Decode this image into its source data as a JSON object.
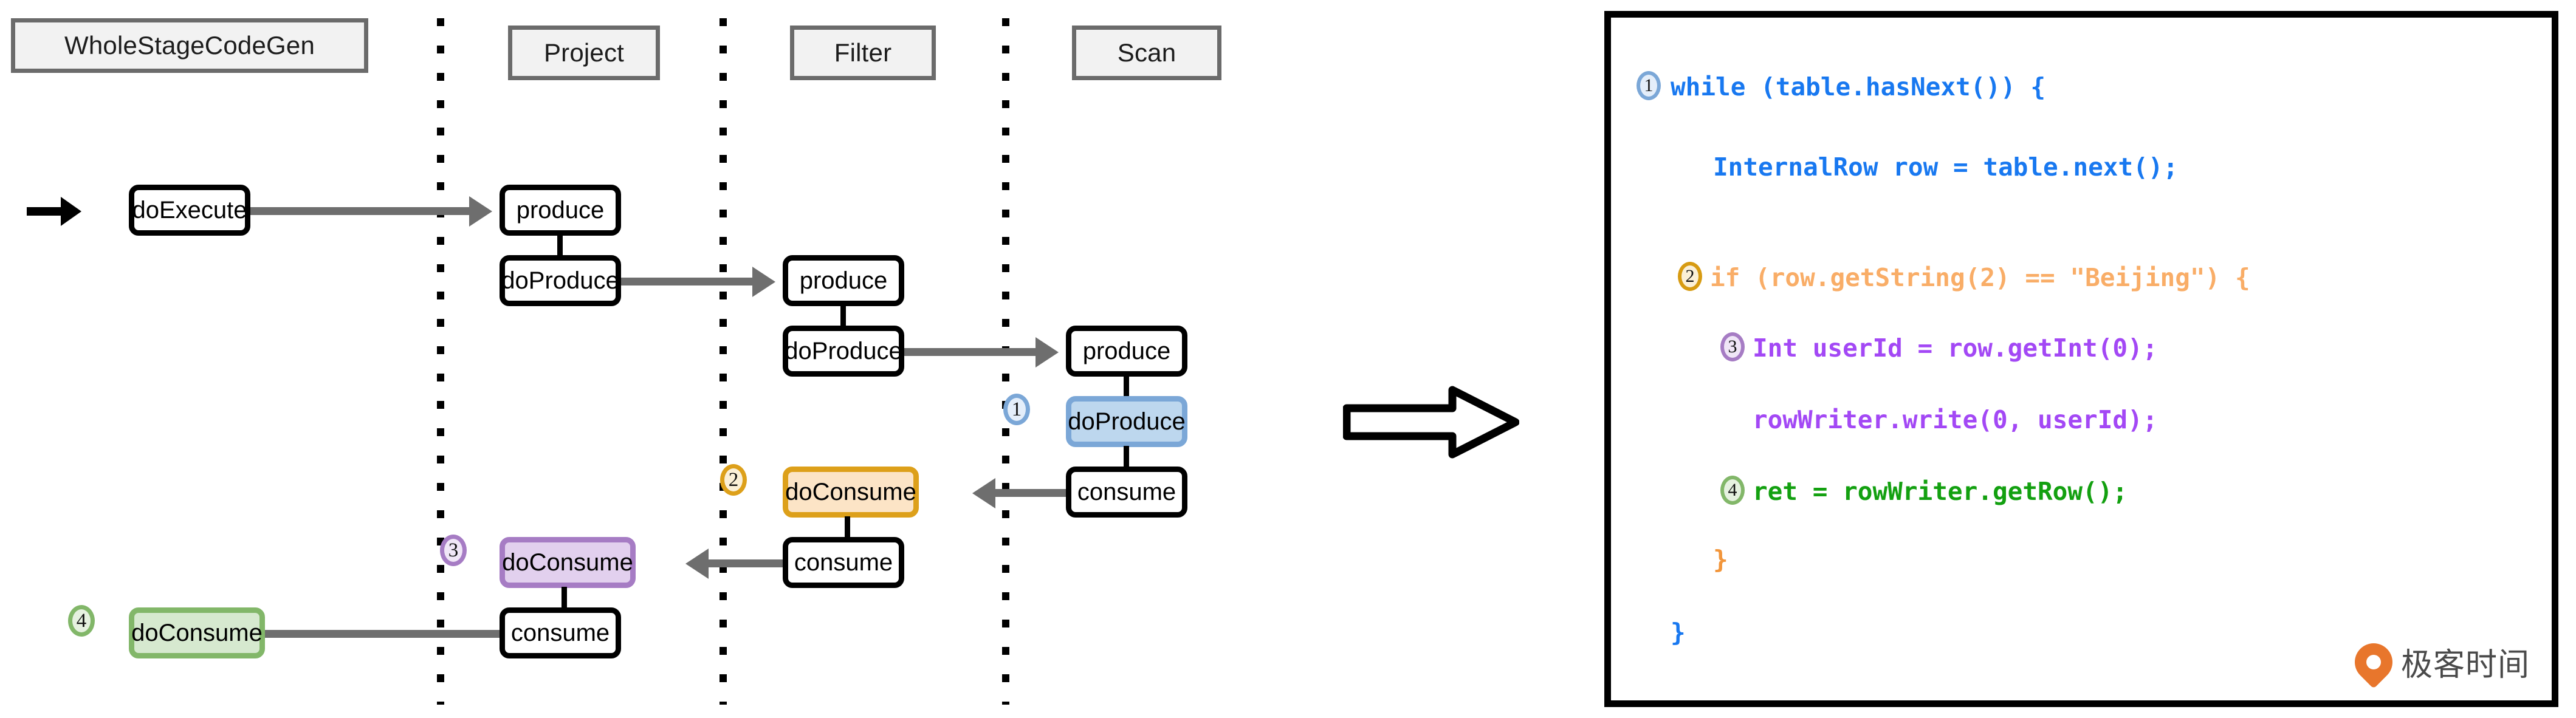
{
  "diagram": {
    "columns": [
      {
        "label": "WholeStageCodeGen"
      },
      {
        "label": "Project"
      },
      {
        "label": "Filter"
      },
      {
        "label": "Scan"
      }
    ],
    "nodes": [
      {
        "id": "n1",
        "label": "doExecute",
        "column": "WholeStageCodeGen",
        "highlight": "none"
      },
      {
        "id": "n2",
        "label": "produce",
        "column": "Project",
        "highlight": "none"
      },
      {
        "id": "n3",
        "label": "doProduce",
        "column": "Project",
        "highlight": "none"
      },
      {
        "id": "n4",
        "label": "produce",
        "column": "Filter",
        "highlight": "none"
      },
      {
        "id": "n5",
        "label": "doProduce",
        "column": "Filter",
        "highlight": "none"
      },
      {
        "id": "n6",
        "label": "produce",
        "column": "Scan",
        "highlight": "none"
      },
      {
        "id": "n7",
        "label": "doProduce",
        "column": "Scan",
        "highlight": "blue",
        "marker": "1"
      },
      {
        "id": "n8",
        "label": "consume",
        "column": "Scan",
        "highlight": "none"
      },
      {
        "id": "n9",
        "label": "doConsume",
        "column": "Filter",
        "highlight": "orange",
        "marker": "2"
      },
      {
        "id": "n10",
        "label": "consume",
        "column": "Filter",
        "highlight": "none"
      },
      {
        "id": "n11",
        "label": "doConsume",
        "column": "Project",
        "highlight": "purple",
        "marker": "3"
      },
      {
        "id": "n12",
        "label": "consume",
        "column": "Project",
        "highlight": "none"
      },
      {
        "id": "n13",
        "label": "doConsume",
        "column": "WholeStageCodeGen",
        "highlight": "green",
        "marker": "4"
      }
    ],
    "markers": {
      "one": "1",
      "two": "2",
      "three": "3",
      "four": "4"
    },
    "colors": {
      "blue_fill": "#bdd7ee",
      "blue_border": "#7ba7d7",
      "orange_fill": "#fce4c6",
      "orange_border": "#dda01a",
      "purple_fill": "#e2d0ee",
      "purple_border": "#a67cc4",
      "green_fill": "#d6e9cf",
      "green_border": "#82b769",
      "node_border": "#000000",
      "arrow_gray": "#6e6e6e",
      "header_fill": "#f2f2f2",
      "header_border": "#6b6b6b"
    }
  },
  "transform_arrow": {
    "name": "block-arrow-right"
  },
  "code": {
    "lines": [
      {
        "marker": "1",
        "marker_color": "blue",
        "text": "while (table.hasNext()) {",
        "color": "#1878f0",
        "indent": 0
      },
      {
        "marker": "",
        "marker_color": "",
        "text": "InternalRow row = table.next();",
        "color": "#1878f0",
        "indent": 1
      },
      {
        "marker": "2",
        "marker_color": "orange",
        "text": "if (row.getString(2) == \"Beijing\") {",
        "color": "#f9ad67",
        "indent": 0
      },
      {
        "marker": "3",
        "marker_color": "purple",
        "text": "Int userId = row.getInt(0);",
        "color": "#a348f5",
        "indent": 1
      },
      {
        "marker": "",
        "marker_color": "",
        "text": "rowWriter.write(0, userId);",
        "color": "#a348f5",
        "indent": 1
      },
      {
        "marker": "4",
        "marker_color": "green",
        "text": "ret = rowWriter.getRow();",
        "color": "#13a010",
        "indent": 1
      },
      {
        "marker": "",
        "marker_color": "",
        "text": "}",
        "color": "#f2963c",
        "indent": 1
      },
      {
        "marker": "",
        "marker_color": "",
        "text": "}",
        "color": "#1878f0",
        "indent": 0
      }
    ],
    "colors": {
      "blue": "#1878f0",
      "orange": "#f9ad67",
      "purple": "#a348f5",
      "green": "#13a010"
    }
  },
  "watermark": {
    "text": "极客时间",
    "mark_color": "#e8762c",
    "text_color": "#4a4a4a"
  }
}
